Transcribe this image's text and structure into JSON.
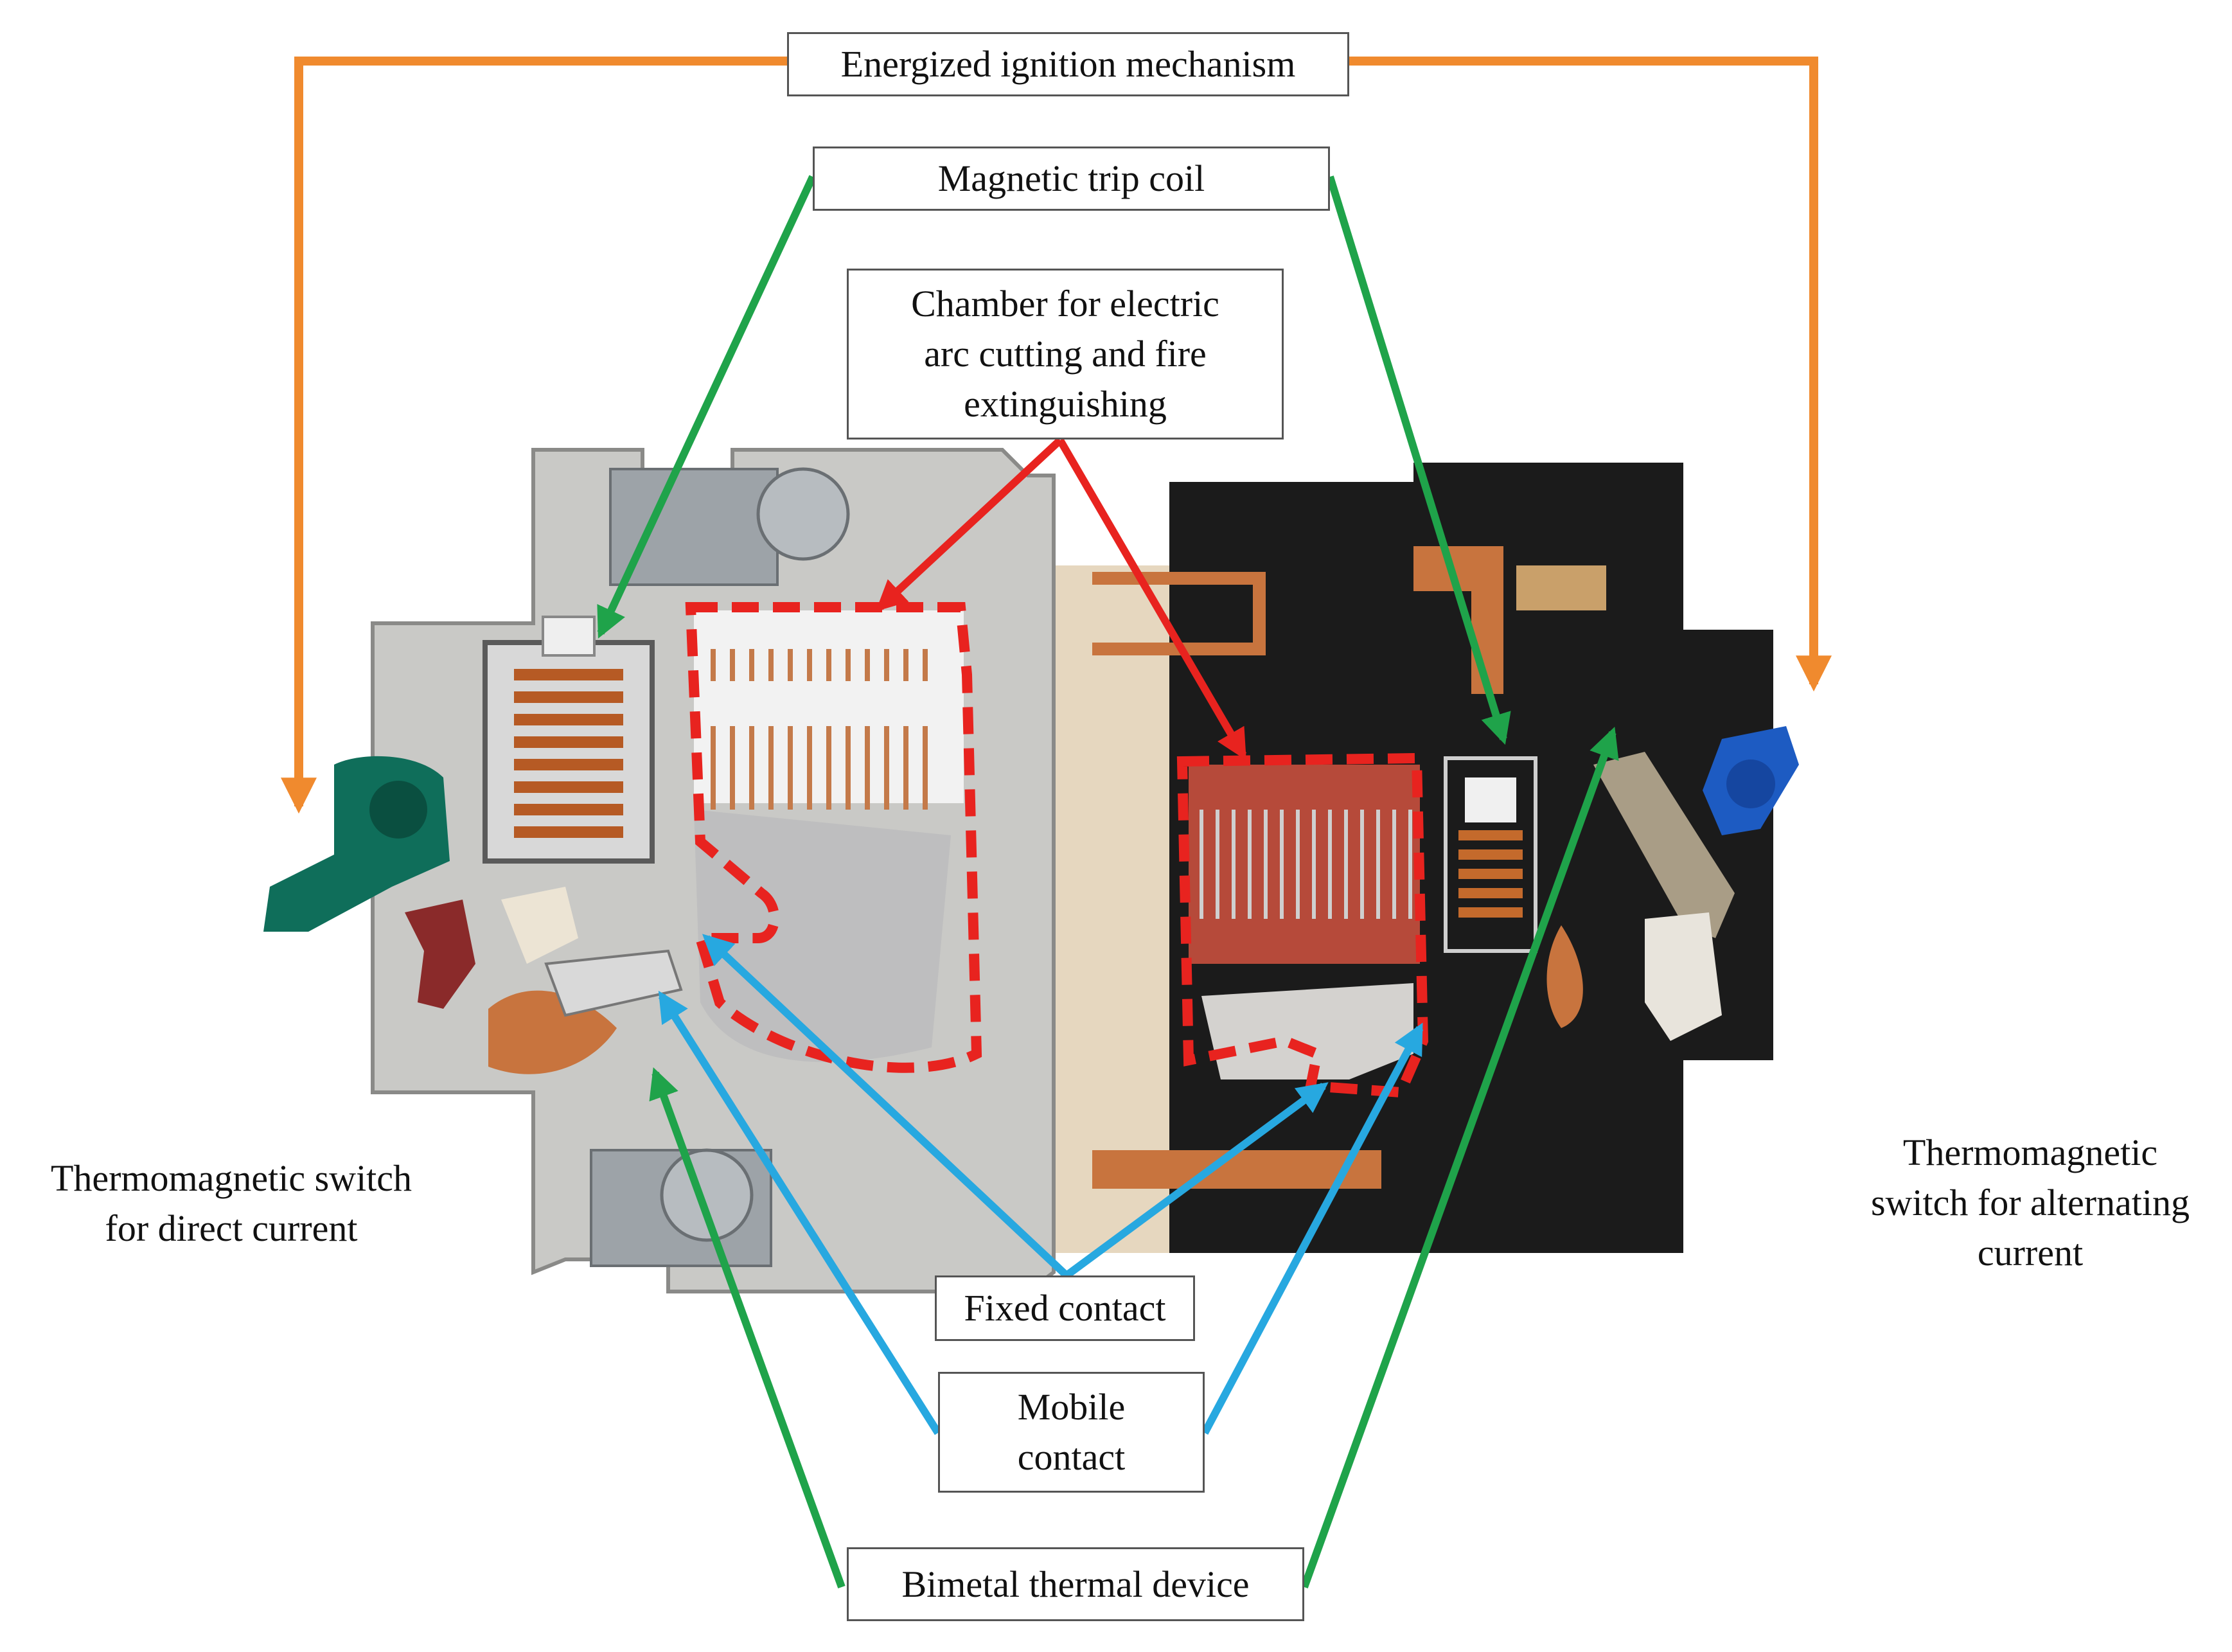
{
  "labels": {
    "energized_ignition": "Energized ignition mechanism",
    "magnetic_trip_coil": "Magnetic trip coil",
    "arc_chamber": [
      "Chamber for electric",
      "arc cutting and fire",
      "extinguishing"
    ],
    "fixed_contact": "Fixed contact",
    "mobile_contact": [
      "Mobile",
      "contact"
    ],
    "bimetal_thermal": "Bimetal thermal device"
  },
  "side_labels": {
    "dc_switch": [
      "Thermomagnetic switch",
      "for direct current"
    ],
    "ac_switch": [
      "Thermomagnetic",
      "switch for alternating",
      "current"
    ]
  },
  "colors": {
    "ignition_arrow": "#f08a2e",
    "trip_coil_arrow": "#1fa34a",
    "arc_chamber_arrow": "#e8231f",
    "contact_arrow": "#27a8e0",
    "chamber_outline": "#e8231f",
    "dc_housing": "#c9c9c6",
    "ac_housing": "#1b1b1b",
    "copper": "#c8743e",
    "backplate": "#e6d7bf"
  }
}
